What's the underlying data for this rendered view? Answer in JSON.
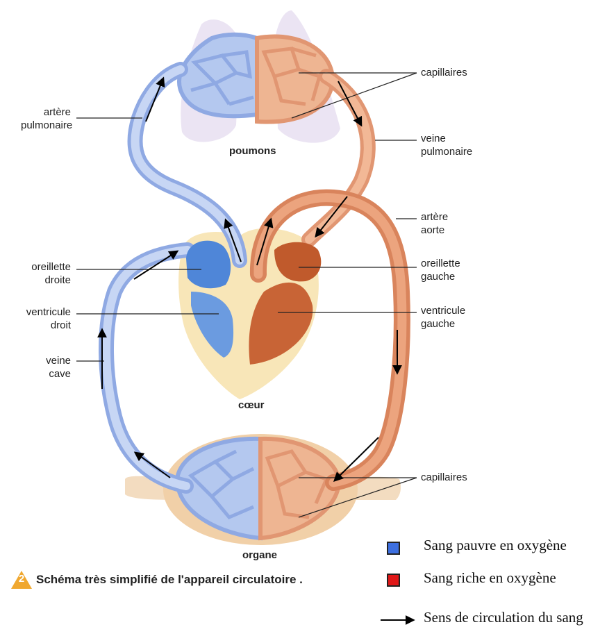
{
  "labels": {
    "artere_pulmonaire": [
      "artère",
      "pulmonaire"
    ],
    "capillaires_top": "capillaires",
    "veine_pulmonaire": [
      "veine",
      "pulmonaire"
    ],
    "poumons": "poumons",
    "artere_aorte": [
      "artère",
      "aorte"
    ],
    "oreillette_droite": [
      "oreillette",
      "droite"
    ],
    "oreillette_gauche": [
      "oreillette",
      "gauche"
    ],
    "ventricule_droit": [
      "ventricule",
      "droit"
    ],
    "ventricule_gauche": [
      "ventricule",
      "gauche"
    ],
    "veine_cave": [
      "veine",
      "cave"
    ],
    "coeur": "cœur",
    "capillaires_bottom": "capillaires",
    "organe": "organe"
  },
  "caption": {
    "number": "2",
    "text": "Schéma très simplifié de l'appareil circulatoire ."
  },
  "legend": [
    {
      "label": "Sang pauvre en oxygène",
      "color": "#3d6fe0",
      "kind": "swatch"
    },
    {
      "label": "Sang riche en oxygène",
      "color": "#e01818",
      "kind": "swatch"
    },
    {
      "label": "Sens de circulation du sang",
      "color": "#000000",
      "kind": "arrow"
    }
  ],
  "colors": {
    "deoxygenated": "#a8c0ec",
    "oxygenated": "#e39a70",
    "heart_background": "#f8e6b8",
    "lungs": "#e6def0",
    "organ": "#f1d0a8"
  }
}
